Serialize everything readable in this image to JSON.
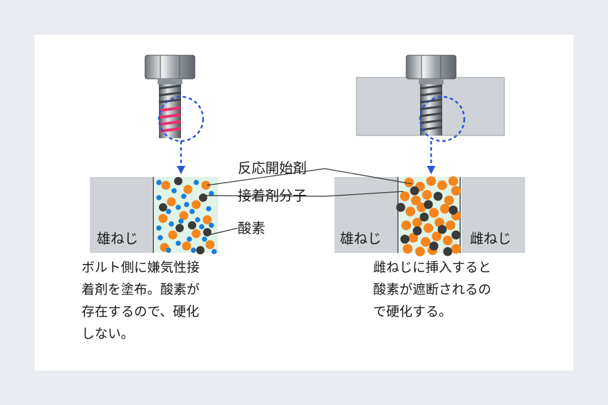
{
  "labels": {
    "reaction_initiator": "反応開始剤",
    "adhesive_molecule": "接着剤分子",
    "oxygen": "酸素",
    "male_thread_left": "雄ねじ",
    "male_thread_right_a": "雄ねじ",
    "male_thread_right_b": "雌ねじ"
  },
  "captions": {
    "left": "ボルト側に嫌気性接\n着剤を塗布。酸素が\n存在するので、硬化\nしない。",
    "right": "雌ねじに挿入すると\n酸素が遮断されるの\nで硬化する。"
  },
  "colors": {
    "background": "#e8ebef",
    "panel": "#ffffff",
    "initiator": "#f5861f",
    "adhesive": "#3a3a3a",
    "oxygen": "#1a7fd6",
    "gap_fill": "#dff3e6",
    "plate": "#cfd2d6",
    "bolt_thread_highlight": "#e8306e",
    "dashed": "#2f54d6"
  },
  "icons": [
    "hex-bolt-icon",
    "hex-bolt-icon"
  ]
}
